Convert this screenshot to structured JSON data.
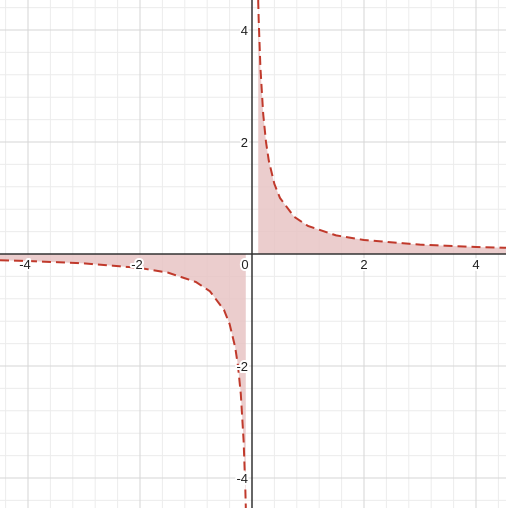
{
  "chart_data": {
    "type": "area",
    "title": "",
    "xlabel": "",
    "ylabel": "",
    "xlim": [
      -4.5,
      4.5
    ],
    "ylim": [
      -4.5,
      4.5
    ],
    "grid": true,
    "minor_grid_step": 0.4,
    "major_grid_step": 2,
    "x_tick_labels": [
      {
        "value": -4,
        "label": "-4"
      },
      {
        "value": -2,
        "label": "-2"
      },
      {
        "value": 0,
        "label": "0"
      },
      {
        "value": 2,
        "label": "2"
      },
      {
        "value": 4,
        "label": "4"
      }
    ],
    "y_tick_labels": [
      {
        "value": 4,
        "label": "4"
      },
      {
        "value": 2,
        "label": "2"
      },
      {
        "value": -2,
        "label": "-2"
      },
      {
        "value": -4,
        "label": "-4"
      }
    ],
    "series": [
      {
        "curve": "hyperbola y = 1/(2x)",
        "x": [
          -4.5,
          -4,
          -3,
          -2,
          -1.5,
          -1,
          -0.75,
          -0.5,
          -0.4,
          -0.3,
          -0.25,
          -0.2,
          -0.15,
          -0.12,
          -0.111,
          0.111,
          0.12,
          0.15,
          0.2,
          0.25,
          0.3,
          0.4,
          0.5,
          0.75,
          1,
          1.5,
          2,
          3,
          4,
          4.5
        ],
        "y": [
          -0.111,
          -0.125,
          -0.167,
          -0.25,
          -0.333,
          -0.5,
          -0.667,
          -1,
          -1.25,
          -1.667,
          -2,
          -2.5,
          -3.333,
          -4.167,
          -4.5,
          4.5,
          4.167,
          3.333,
          2.5,
          2,
          1.667,
          1.25,
          1,
          0.667,
          0.5,
          0.333,
          0.25,
          0.167,
          0.125,
          0.111
        ],
        "line_style": "dashed",
        "shading": "region between curve and x-axis"
      }
    ],
    "colors": {
      "curve": "#c0392b",
      "fill": "#e8c4c4",
      "axis": "#333333",
      "major_grid": "#d6d6d6",
      "minor_grid": "#ececec"
    }
  }
}
